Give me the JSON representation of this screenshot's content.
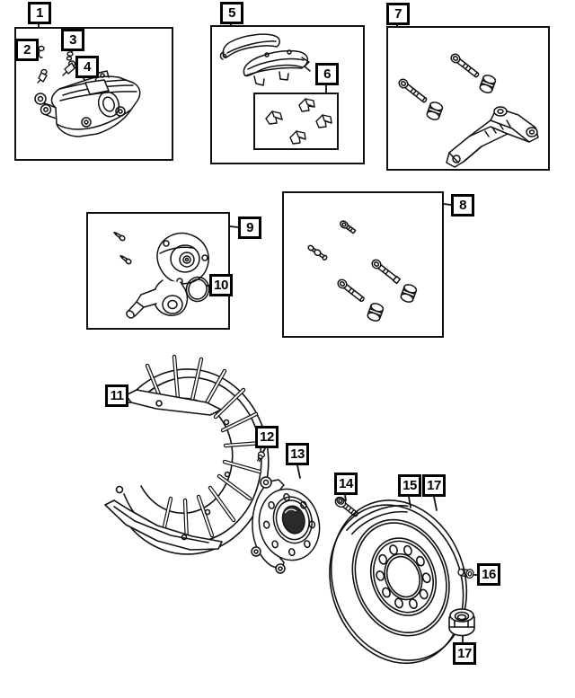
{
  "diagram": {
    "callouts": {
      "n1": "1",
      "n2": "2",
      "n3": "3",
      "n4": "4",
      "n5": "5",
      "n6": "6",
      "n7": "7",
      "n8": "8",
      "n9": "9",
      "n10": "10",
      "n11": "11",
      "n12": "12",
      "n13": "13",
      "n14": "14",
      "n15": "15",
      "n16": "16",
      "n17_top": "17",
      "n17_bottom": "17"
    }
  }
}
